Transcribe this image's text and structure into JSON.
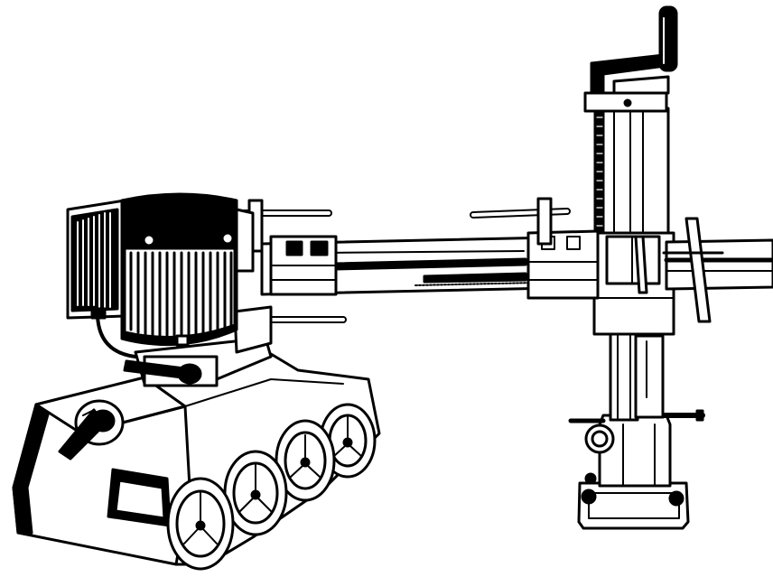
{
  "illustration": {
    "subject": "power-feeder",
    "style": "black-and-white line art",
    "colors": {
      "ink": "#000000",
      "paper": "#ffffff"
    },
    "parts": [
      "motor",
      "feed-rollers",
      "speed-switch",
      "horizontal-arm",
      "vertical-column",
      "crank-handle",
      "base-plate"
    ],
    "roller_count": 4
  }
}
